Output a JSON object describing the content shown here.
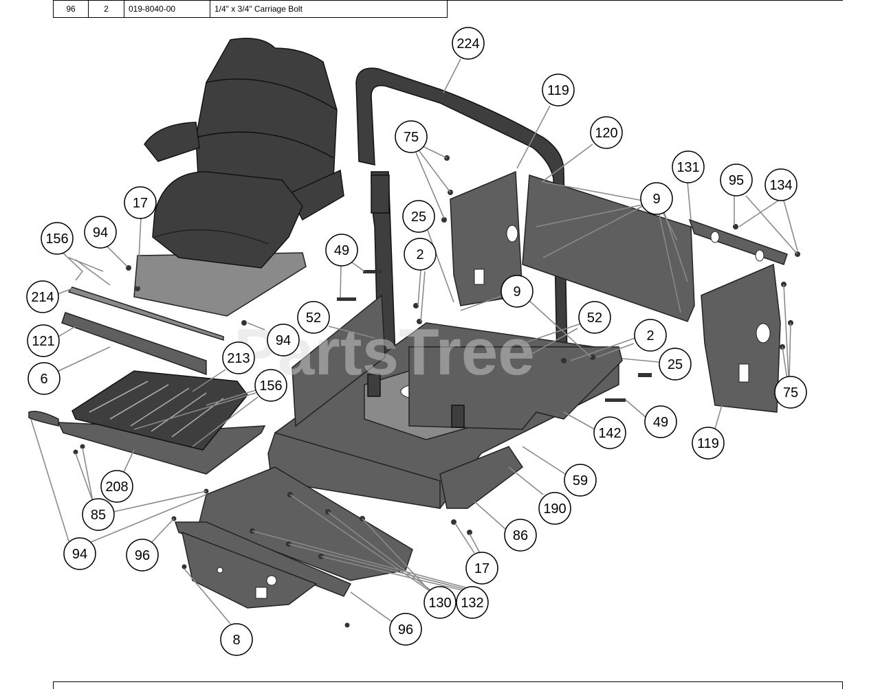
{
  "parts_table": {
    "row": {
      "ref": "96",
      "qty": "2",
      "part_number": "019-8040-00",
      "description": "1/4\" x 3/4\" Carriage Bolt"
    }
  },
  "watermark": "PartsTree",
  "callouts": [
    {
      "id": "c224a",
      "label": "224"
    },
    {
      "id": "c119a",
      "label": "119"
    },
    {
      "id": "c120",
      "label": "120"
    },
    {
      "id": "c75a",
      "label": "75"
    },
    {
      "id": "c131",
      "label": "131"
    },
    {
      "id": "c95",
      "label": "95"
    },
    {
      "id": "c134",
      "label": "134"
    },
    {
      "id": "c9a",
      "label": "9"
    },
    {
      "id": "c17a",
      "label": "17"
    },
    {
      "id": "c25a",
      "label": "25"
    },
    {
      "id": "c94a",
      "label": "94"
    },
    {
      "id": "c156a",
      "label": "156"
    },
    {
      "id": "c49a",
      "label": "49"
    },
    {
      "id": "c2a",
      "label": "2"
    },
    {
      "id": "c214",
      "label": "214"
    },
    {
      "id": "c9b",
      "label": "9"
    },
    {
      "id": "c52a",
      "label": "52"
    },
    {
      "id": "c52b",
      "label": "52"
    },
    {
      "id": "c2b",
      "label": "2"
    },
    {
      "id": "c94b",
      "label": "94"
    },
    {
      "id": "c121",
      "label": "121"
    },
    {
      "id": "c25b",
      "label": "25"
    },
    {
      "id": "c213",
      "label": "213"
    },
    {
      "id": "c6",
      "label": "6"
    },
    {
      "id": "c156b",
      "label": "156"
    },
    {
      "id": "c75b",
      "label": "75"
    },
    {
      "id": "c49b",
      "label": "49"
    },
    {
      "id": "c142",
      "label": "142"
    },
    {
      "id": "c119b",
      "label": "119"
    },
    {
      "id": "c59",
      "label": "59"
    },
    {
      "id": "c208",
      "label": "208"
    },
    {
      "id": "c190",
      "label": "190"
    },
    {
      "id": "c85",
      "label": "85"
    },
    {
      "id": "c86",
      "label": "86"
    },
    {
      "id": "c94c",
      "label": "94"
    },
    {
      "id": "c96a",
      "label": "96"
    },
    {
      "id": "c17b",
      "label": "17"
    },
    {
      "id": "c130",
      "label": "130"
    },
    {
      "id": "c132",
      "label": "132"
    },
    {
      "id": "c96b",
      "label": "96"
    },
    {
      "id": "c8",
      "label": "8"
    }
  ]
}
